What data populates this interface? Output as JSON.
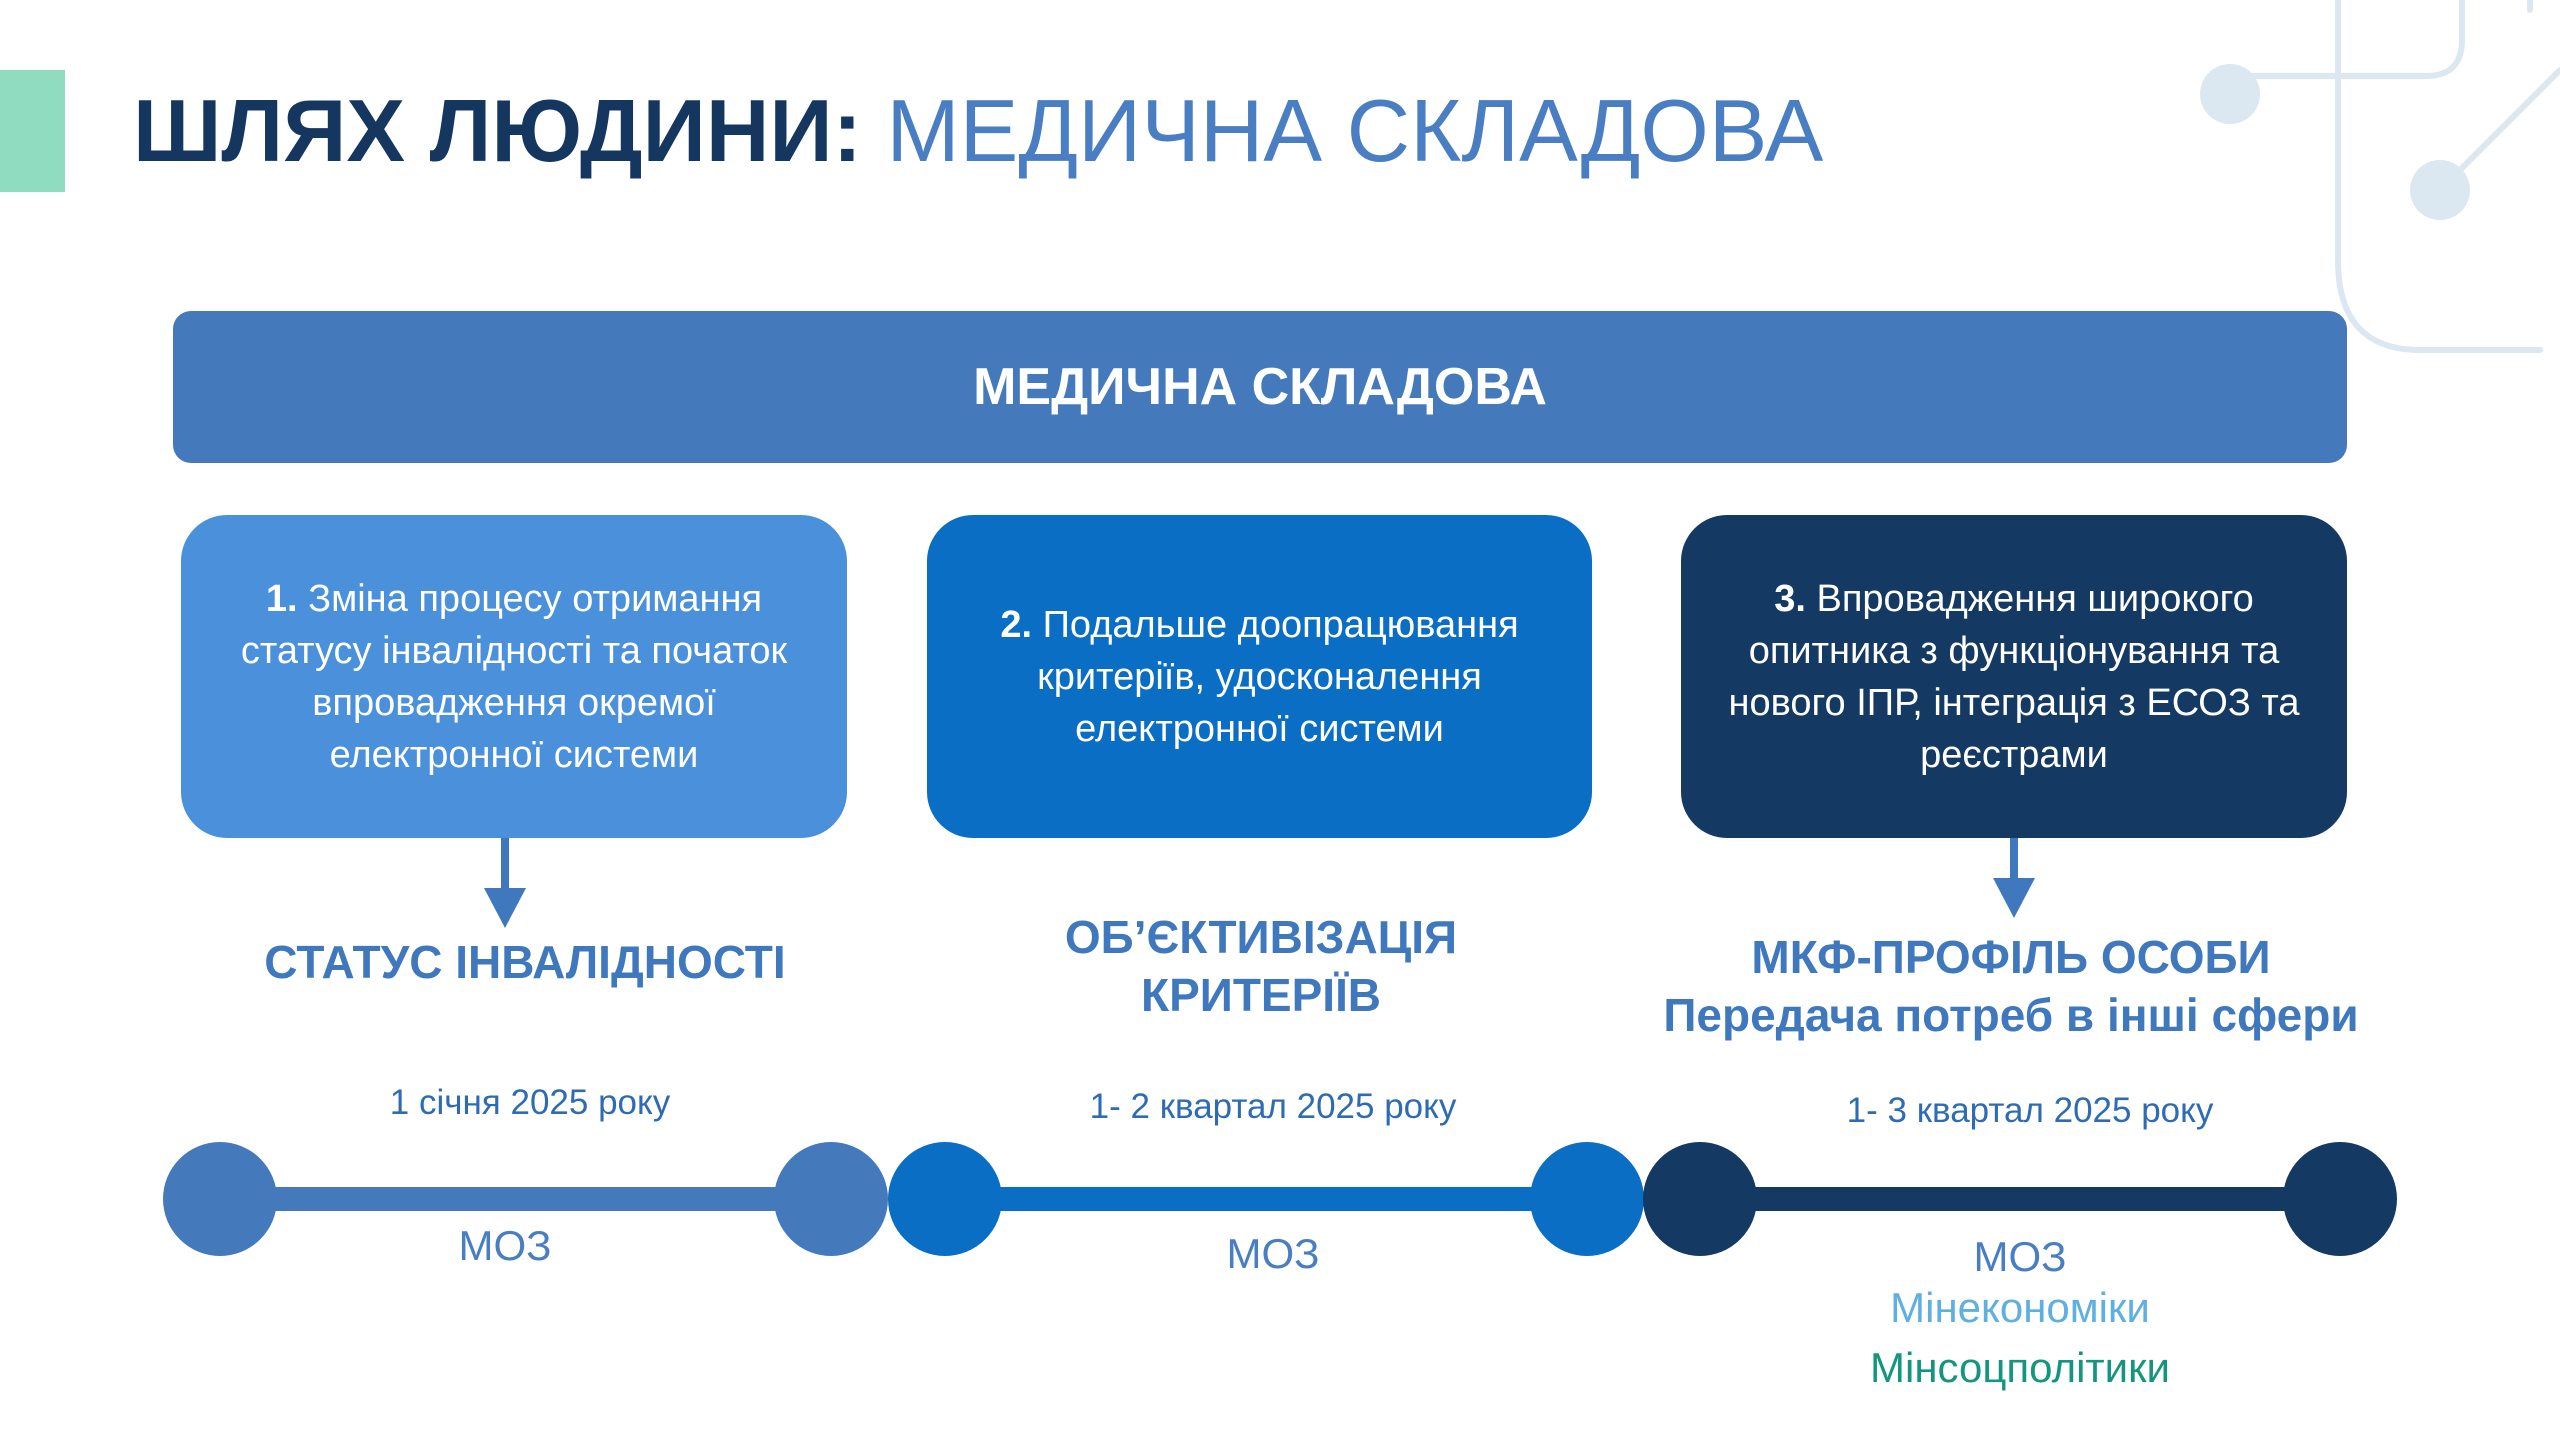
{
  "header": {
    "title_bold": "ШЛЯХ ЛЮДИНИ:",
    "title_light": "МЕДИЧНА СКЛАДОВА"
  },
  "banner": {
    "label": "МЕДИЧНА СКЛАДОВА"
  },
  "steps": [
    {
      "number": "1.",
      "text": "Зміна процесу отримання статусу інвалідності та початок впровадження окремої електронної системи",
      "color": "#4a90db",
      "outcome": "СТАТУС ІНВАЛІДНОСТІ",
      "date": "1 січня 2025 року",
      "owners": [
        "МОЗ"
      ]
    },
    {
      "number": "2.",
      "text": "Подальше доопрацювання критеріїв, удосконалення електронної системи",
      "color": "#0a6ec4",
      "outcome": "ОБ’ЄКТИВІЗАЦІЯ КРИТЕРІЇВ",
      "date": "1- 2 квартал 2025 року",
      "owners": [
        "МОЗ"
      ]
    },
    {
      "number": "3.",
      "text": "Впровадження широкого опитника з функціонування та нового ІПР, інтеграція з ЕСОЗ та реєстрами",
      "color": "#143a63",
      "outcome": "МКФ-ПРОФІЛЬ ОСОБИ",
      "outcome_sub": "Передача потреб в інші сфери",
      "date": "1- 3 квартал 2025 року",
      "owners": [
        "МОЗ",
        "Мінекономіки",
        "Мінсоцполітики"
      ]
    }
  ],
  "colors": {
    "accent": "#8fdcc0",
    "title_dark": "#14365f",
    "title_light": "#4a7ec2",
    "banner": "#4479bc",
    "owner_moz": "#4a7ec2",
    "owner_mineconomy": "#5fb0e0",
    "owner_minsoc": "#14967e"
  },
  "decor": {
    "icon": "circuit-icon"
  }
}
